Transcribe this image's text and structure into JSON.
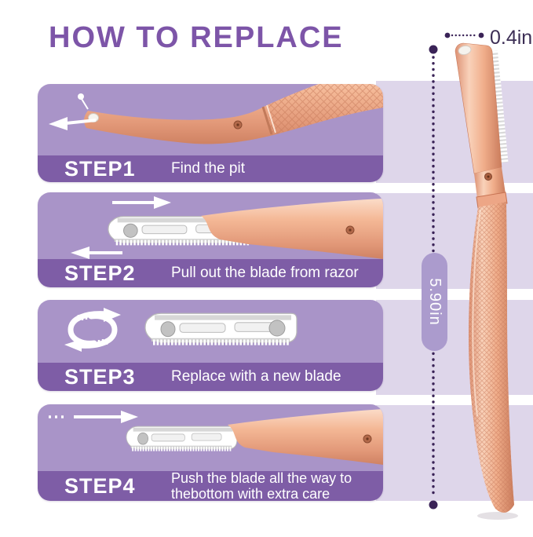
{
  "title": "HOW TO REPLACE",
  "steps": [
    {
      "label": "STEP1",
      "caption": "Find the pit"
    },
    {
      "label": "STEP2",
      "caption": "Pull out the blade from razor"
    },
    {
      "label": "STEP3",
      "caption": "Replace with a new blade"
    },
    {
      "label": "STEP4",
      "caption": "Push the blade all the way to thebottom with extra care"
    }
  ],
  "measurements": {
    "blade_width": "0.4in",
    "razor_length": "5.90in"
  },
  "icons": {
    "step1": [
      "left-arrow-icon",
      "pin-marker-icon"
    ],
    "step2": [
      "right-arrow-icon",
      "left-arrow-icon"
    ],
    "step3": [
      "swap-arrows-icon"
    ],
    "step4": [
      "dashed-right-arrow-icon"
    ]
  },
  "colors": {
    "title_text": "#7d55a8",
    "panel_illustration_bg": "#a994c8",
    "panel_caption_bg": "#7e5da6",
    "background_band": "#ded6ea",
    "caption_text": "#ffffff",
    "measurement_text": "#3c2e55",
    "measurement_dots": "#3a2357",
    "length_pill_bg": "#ab9bcd",
    "razor_rose_gold": "#f0ad8a"
  }
}
